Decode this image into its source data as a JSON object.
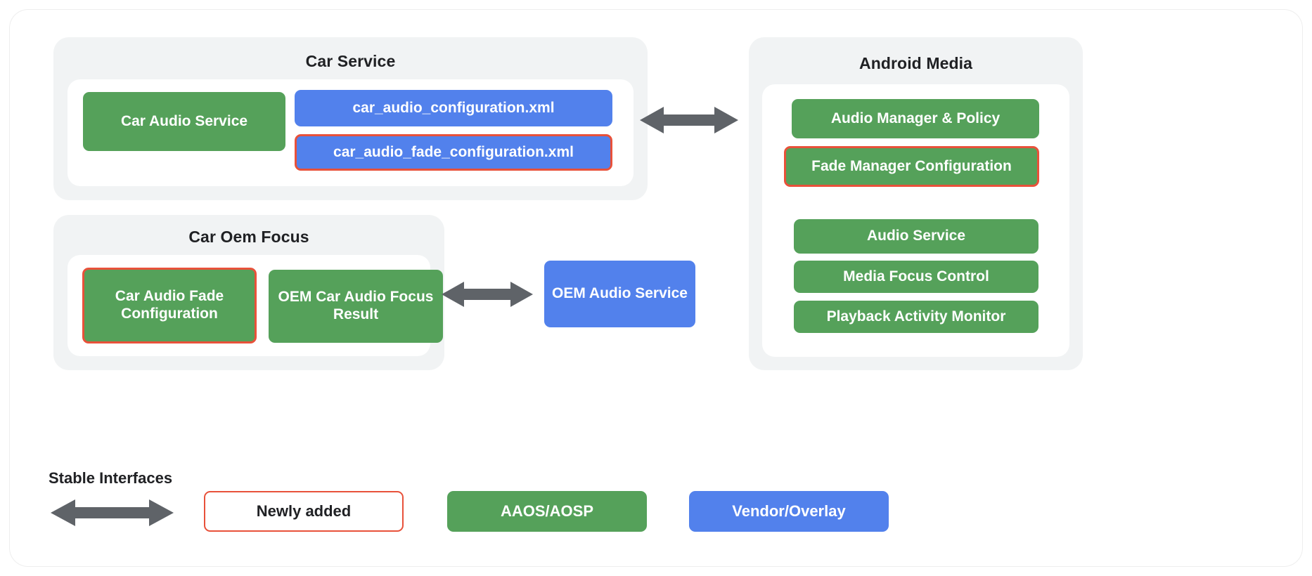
{
  "diagram": {
    "groups": {
      "car_service": {
        "title": "Car Service",
        "nodes": {
          "car_audio_service": "Car Audio Service",
          "car_audio_configuration_xml": "car_audio_configuration.xml",
          "car_audio_fade_configuration_xml": "car_audio_fade_configuration.xml"
        }
      },
      "car_oem_focus": {
        "title": "Car Oem Focus",
        "nodes": {
          "car_audio_fade_configuration": "Car Audio Fade Configuration",
          "oem_car_audio_focus_result": "OEM Car Audio Focus Result"
        }
      },
      "android_media": {
        "title": "Android Media",
        "nodes": {
          "audio_manager_policy": "Audio Manager & Policy",
          "fade_manager_configuration": "Fade Manager Configuration",
          "audio_service": "Audio Service",
          "media_focus_control": "Media Focus Control",
          "playback_activity_monitor": "Playback Activity Monitor"
        }
      }
    },
    "standalone": {
      "oem_audio_service": "OEM Audio Service"
    },
    "legend": {
      "stable_interfaces_label": "Stable Interfaces",
      "newly_added": "Newly added",
      "aaos_aosp": "AAOS/AOSP",
      "vendor_overlay": "Vendor/Overlay"
    },
    "colors": {
      "green": "#55a15a",
      "blue": "#5281ec",
      "red_outline": "#e8513a",
      "arrow_grey": "#5f6368",
      "group_bg": "#f1f3f4",
      "inner_bg": "#ffffff",
      "text_dark": "#202124"
    }
  }
}
